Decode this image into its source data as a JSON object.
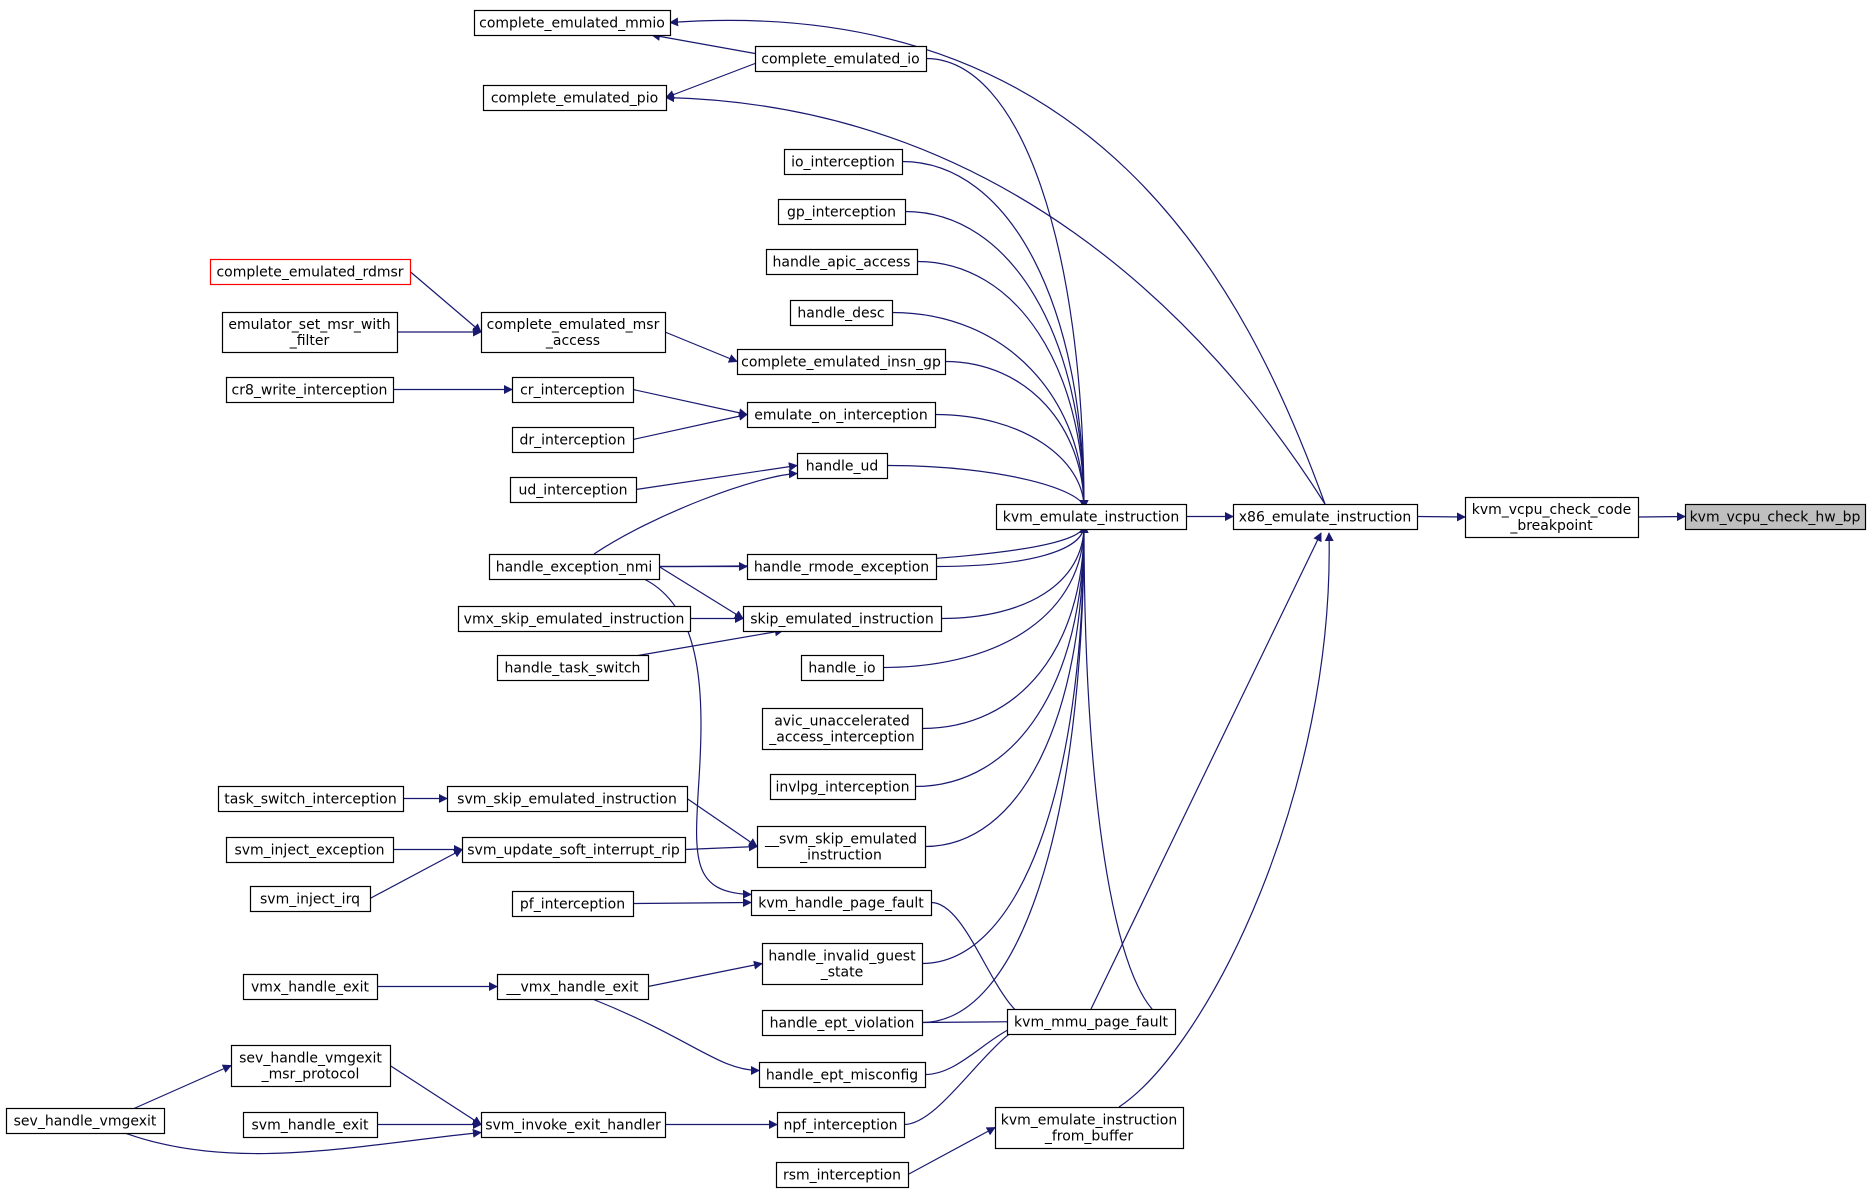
{
  "nodes": {
    "complete_emulated_mmio": "complete_emulated_mmio",
    "complete_emulated_io": "complete_emulated_io",
    "complete_emulated_pio": "complete_emulated_pio",
    "io_interception": "io_interception",
    "gp_interception": "gp_interception",
    "handle_apic_access": "handle_apic_access",
    "complete_emulated_rdmsr": "complete_emulated_rdmsr",
    "handle_desc": "handle_desc",
    "emulator_set_msr_with_filter": "emulator_set_msr_with\n_filter",
    "complete_emulated_msr_access": "complete_emulated_msr\n_access",
    "complete_emulated_insn_gp": "complete_emulated_insn_gp",
    "cr8_write_interception": "cr8_write_interception",
    "cr_interception": "cr_interception",
    "emulate_on_interception": "emulate_on_interception",
    "dr_interception": "dr_interception",
    "handle_ud": "handle_ud",
    "ud_interception": "ud_interception",
    "kvm_emulate_instruction": "kvm_emulate_instruction",
    "x86_emulate_instruction": "x86_emulate_instruction",
    "kvm_vcpu_check_code_breakpoint": "kvm_vcpu_check_code\n_breakpoint",
    "kvm_vcpu_check_hw_bp": "kvm_vcpu_check_hw_bp",
    "handle_exception_nmi": "handle_exception_nmi",
    "handle_rmode_exception": "handle_rmode_exception",
    "vmx_skip_emulated_instruction": "vmx_skip_emulated_instruction",
    "skip_emulated_instruction": "skip_emulated_instruction",
    "handle_task_switch": "handle_task_switch",
    "handle_io": "handle_io",
    "avic_unaccelerated_access_interception": "avic_unaccelerated\n_access_interception",
    "invlpg_interception": "invlpg_interception",
    "task_switch_interception": "task_switch_interception",
    "svm_skip_emulated_instruction": "svm_skip_emulated_instruction",
    "__svm_skip_emulated_instruction": "__svm_skip_emulated\n_instruction",
    "svm_inject_exception": "svm_inject_exception",
    "svm_update_soft_interrupt_rip": "svm_update_soft_interrupt_rip",
    "svm_inject_irq": "svm_inject_irq",
    "pf_interception": "pf_interception",
    "kvm_handle_page_fault": "kvm_handle_page_fault",
    "handle_invalid_guest_state": "handle_invalid_guest\n_state",
    "vmx_handle_exit": "vmx_handle_exit",
    "__vmx_handle_exit": "__vmx_handle_exit",
    "handle_ept_violation": "handle_ept_violation",
    "kvm_mmu_page_fault": "kvm_mmu_page_fault",
    "handle_ept_misconfig": "handle_ept_misconfig",
    "sev_handle_vmgexit_msr_protocol": "sev_handle_vmgexit\n_msr_protocol",
    "sev_handle_vmgexit": "sev_handle_vmgexit",
    "svm_handle_exit": "svm_handle_exit",
    "svm_invoke_exit_handler": "svm_invoke_exit_handler",
    "npf_interception": "npf_interception",
    "kvm_emulate_instruction_from_buffer": "kvm_emulate_instruction\n_from_buffer",
    "rsm_interception": "rsm_interception"
  },
  "highlighted_node": "kvm_vcpu_check_hw_bp",
  "undocumented_nodes": [
    "complete_emulated_rdmsr"
  ],
  "edges": [
    [
      "kvm_vcpu_check_code_breakpoint",
      "kvm_vcpu_check_hw_bp"
    ],
    [
      "x86_emulate_instruction",
      "kvm_vcpu_check_code_breakpoint"
    ],
    [
      "kvm_emulate_instruction",
      "x86_emulate_instruction"
    ],
    [
      "complete_emulated_mmio",
      "x86_emulate_instruction"
    ],
    [
      "complete_emulated_pio",
      "x86_emulate_instruction"
    ],
    [
      "kvm_mmu_page_fault",
      "x86_emulate_instruction"
    ],
    [
      "kvm_emulate_instruction_from_buffer",
      "x86_emulate_instruction"
    ],
    [
      "complete_emulated_io",
      "complete_emulated_mmio"
    ],
    [
      "complete_emulated_io",
      "complete_emulated_pio"
    ],
    [
      "complete_emulated_io",
      "kvm_emulate_instruction"
    ],
    [
      "io_interception",
      "kvm_emulate_instruction"
    ],
    [
      "gp_interception",
      "kvm_emulate_instruction"
    ],
    [
      "handle_apic_access",
      "kvm_emulate_instruction"
    ],
    [
      "handle_desc",
      "kvm_emulate_instruction"
    ],
    [
      "complete_emulated_insn_gp",
      "kvm_emulate_instruction"
    ],
    [
      "emulate_on_interception",
      "kvm_emulate_instruction"
    ],
    [
      "handle_ud",
      "kvm_emulate_instruction"
    ],
    [
      "handle_exception_nmi",
      "kvm_emulate_instruction"
    ],
    [
      "handle_rmode_exception",
      "kvm_emulate_instruction"
    ],
    [
      "skip_emulated_instruction",
      "kvm_emulate_instruction"
    ],
    [
      "handle_io",
      "kvm_emulate_instruction"
    ],
    [
      "avic_unaccelerated_access_interception",
      "kvm_emulate_instruction"
    ],
    [
      "invlpg_interception",
      "kvm_emulate_instruction"
    ],
    [
      "__svm_skip_emulated_instruction",
      "kvm_emulate_instruction"
    ],
    [
      "handle_invalid_guest_state",
      "kvm_emulate_instruction"
    ],
    [
      "handle_ept_violation",
      "kvm_emulate_instruction"
    ],
    [
      "kvm_mmu_page_fault",
      "kvm_emulate_instruction"
    ],
    [
      "complete_emulated_rdmsr",
      "complete_emulated_msr_access"
    ],
    [
      "emulator_set_msr_with_filter",
      "complete_emulated_msr_access"
    ],
    [
      "complete_emulated_msr_access",
      "complete_emulated_insn_gp"
    ],
    [
      "cr8_write_interception",
      "cr_interception"
    ],
    [
      "cr_interception",
      "emulate_on_interception"
    ],
    [
      "dr_interception",
      "emulate_on_interception"
    ],
    [
      "ud_interception",
      "handle_ud"
    ],
    [
      "handle_exception_nmi",
      "handle_ud"
    ],
    [
      "handle_exception_nmi",
      "handle_rmode_exception"
    ],
    [
      "handle_exception_nmi",
      "skip_emulated_instruction"
    ],
    [
      "handle_exception_nmi",
      "kvm_handle_page_fault"
    ],
    [
      "vmx_skip_emulated_instruction",
      "skip_emulated_instruction"
    ],
    [
      "handle_task_switch",
      "skip_emulated_instruction"
    ],
    [
      "task_switch_interception",
      "svm_skip_emulated_instruction"
    ],
    [
      "svm_skip_emulated_instruction",
      "__svm_skip_emulated_instruction"
    ],
    [
      "svm_update_soft_interrupt_rip",
      "__svm_skip_emulated_instruction"
    ],
    [
      "svm_inject_exception",
      "svm_update_soft_interrupt_rip"
    ],
    [
      "svm_inject_irq",
      "svm_update_soft_interrupt_rip"
    ],
    [
      "pf_interception",
      "kvm_handle_page_fault"
    ],
    [
      "kvm_handle_page_fault",
      "kvm_mmu_page_fault"
    ],
    [
      "__vmx_handle_exit",
      "handle_invalid_guest_state"
    ],
    [
      "__vmx_handle_exit",
      "handle_ept_misconfig"
    ],
    [
      "vmx_handle_exit",
      "__vmx_handle_exit"
    ],
    [
      "handle_ept_violation",
      "kvm_mmu_page_fault"
    ],
    [
      "handle_ept_misconfig",
      "kvm_mmu_page_fault"
    ],
    [
      "npf_interception",
      "kvm_mmu_page_fault"
    ],
    [
      "svm_invoke_exit_handler",
      "npf_interception"
    ],
    [
      "sev_handle_vmgexit",
      "sev_handle_vmgexit_msr_protocol"
    ],
    [
      "sev_handle_vmgexit_msr_protocol",
      "svm_invoke_exit_handler"
    ],
    [
      "svm_handle_exit",
      "svm_invoke_exit_handler"
    ],
    [
      "sev_handle_vmgexit",
      "svm_invoke_exit_handler"
    ],
    [
      "rsm_interception",
      "kvm_emulate_instruction_from_buffer"
    ]
  ],
  "colors": {
    "edge": "#191970",
    "node_border": "#000000",
    "highlighted_fill": "#bfbfbf",
    "undocumented_border": "#ff0000"
  }
}
